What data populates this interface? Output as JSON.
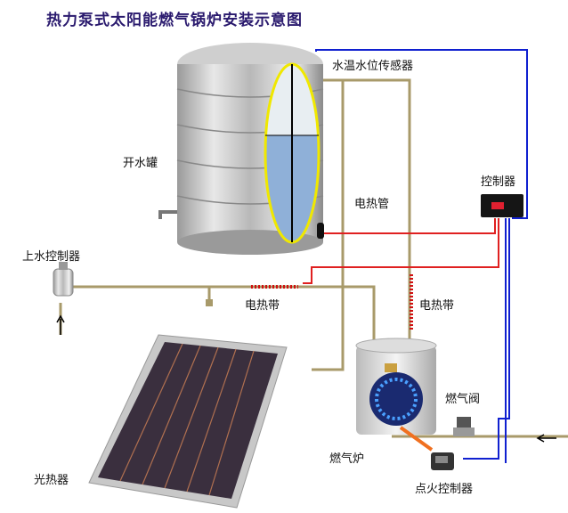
{
  "title": "热力泵式太阳能燃气锅炉安装示意图",
  "labels": {
    "sensor": "水温水位传感器",
    "tank": "开水罐",
    "heater_tube": "电热管",
    "controller": "控制器",
    "inlet_controller": "上水控制器",
    "heat_tape_left": "电热带",
    "heat_tape_right": "电热带",
    "gas_valve": "燃气阀",
    "boiler": "燃气炉",
    "solar_collector": "光热器",
    "ignition_controller": "点火控制器"
  },
  "colors": {
    "pipe": "#a89a6a",
    "signal_wire": "#1020d0",
    "power_wire": "#e02020",
    "sight_glass": "#f0e800"
  }
}
